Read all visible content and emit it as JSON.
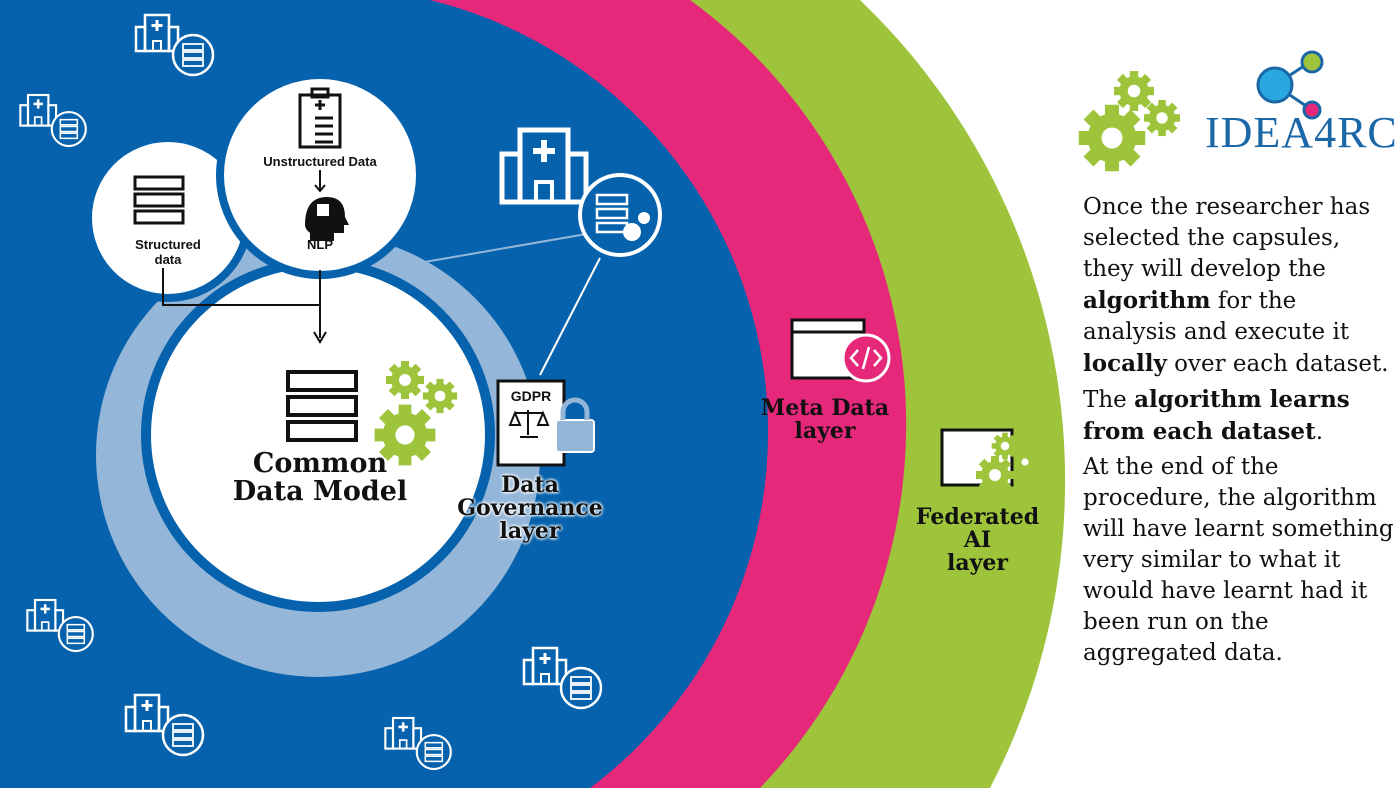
{
  "colors": {
    "blue": "#0662ac",
    "pink": "#e6287a",
    "green": "#9dc43b",
    "light_blue": "#93b6d9",
    "logo_blue": "#1a67a8"
  },
  "nodes": {
    "structured": "Structured data",
    "structured_l1": "Structured",
    "structured_l2": "data",
    "unstructured": "Unstructured Data",
    "nlp": "NLP",
    "cdm_l1": "Common",
    "cdm_l2": "Data Model",
    "gdpr": "GDPR"
  },
  "layers": {
    "governance": [
      "Data",
      "Governance",
      "layer"
    ],
    "metadata": [
      "Meta Data",
      "layer"
    ],
    "federated": [
      "Federated",
      "AI",
      "layer"
    ]
  },
  "logo": "IDEA4RC",
  "side_text": {
    "p1_a": "Once the researcher has selected the capsules, they will develop the ",
    "p1_b": "algorithm",
    "p1_c": " for the analysis and execute it ",
    "p1_d": "locally",
    "p1_e": " over each dataset.",
    "p2_a": "The ",
    "p2_b": "algorithm learns from each dataset",
    "p2_c": ".",
    "p3": "At the end of the procedure, the algorithm will have learnt something very similar to what it would have learnt had it been run on the aggregated data."
  }
}
